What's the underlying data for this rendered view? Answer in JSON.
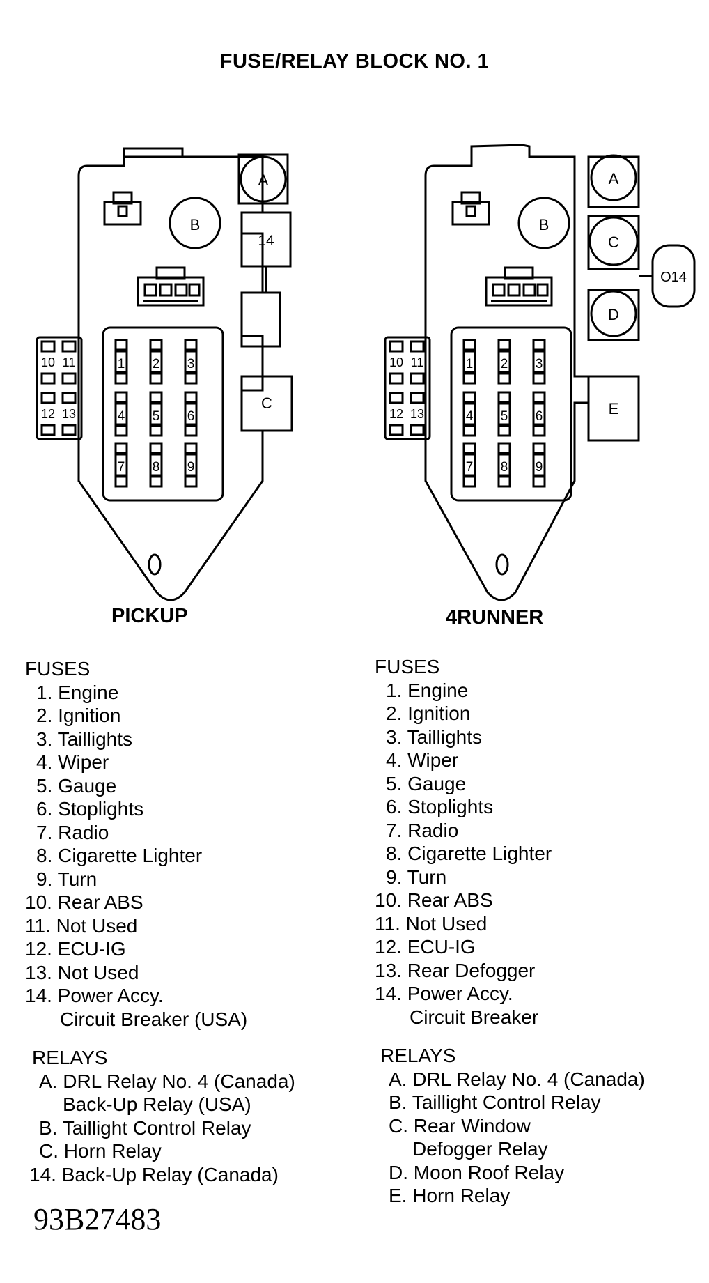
{
  "title": "FUSE/RELAY BLOCK NO. 1",
  "pickup": {
    "label": "PICKUP",
    "fuse_numbers": [
      "1",
      "2",
      "3",
      "4",
      "5",
      "6",
      "7",
      "8",
      "9"
    ],
    "side_fuses": [
      "10",
      "11",
      "12",
      "13"
    ],
    "relay_labels": {
      "a": "A",
      "b": "B",
      "c": "C",
      "fourteen": "14"
    },
    "fuses_heading": "FUSES",
    "fuses": [
      "1. Engine",
      "2. Ignition",
      "3. Taillights",
      "4. Wiper",
      "5. Gauge",
      "6. Stoplights",
      "7. Radio",
      "8. Cigarette Lighter",
      "9. Turn",
      "10. Rear ABS",
      "11. Not Used",
      "12. ECU-IG",
      "13. Not Used",
      "14. Power Accy.",
      "Circuit Breaker (USA)"
    ],
    "relays_heading": "RELAYS",
    "relays": [
      "A. DRL Relay No. 4 (Canada)",
      "Back-Up Relay (USA)",
      "B. Taillight Control Relay",
      "C. Horn Relay",
      "14. Back-Up Relay (Canada)"
    ]
  },
  "runner": {
    "label": "4RUNNER",
    "fuse_numbers": [
      "1",
      "2",
      "3",
      "4",
      "5",
      "6",
      "7",
      "8",
      "9"
    ],
    "side_fuses": [
      "10",
      "11",
      "12",
      "13"
    ],
    "relay_labels": {
      "a": "A",
      "b": "B",
      "c": "C",
      "d": "D",
      "e": "E",
      "fourteen": "O14"
    },
    "fuses_heading": "FUSES",
    "fuses": [
      "1. Engine",
      "2. Ignition",
      "3. Taillights",
      "4. Wiper",
      "5. Gauge",
      "6. Stoplights",
      "7. Radio",
      "8. Cigarette Lighter",
      "9. Turn",
      "10. Rear ABS",
      "11. Not Used",
      "12. ECU-IG",
      "13. Rear Defogger",
      "14. Power Accy.",
      "Circuit Breaker"
    ],
    "relays_heading": "RELAYS",
    "relays": [
      "A. DRL Relay No. 4 (Canada)",
      "B. Taillight Control Relay",
      "C. Rear Window",
      "Defogger Relay",
      "D. Moon Roof Relay",
      "E. Horn Relay"
    ]
  },
  "code": "93B27483"
}
